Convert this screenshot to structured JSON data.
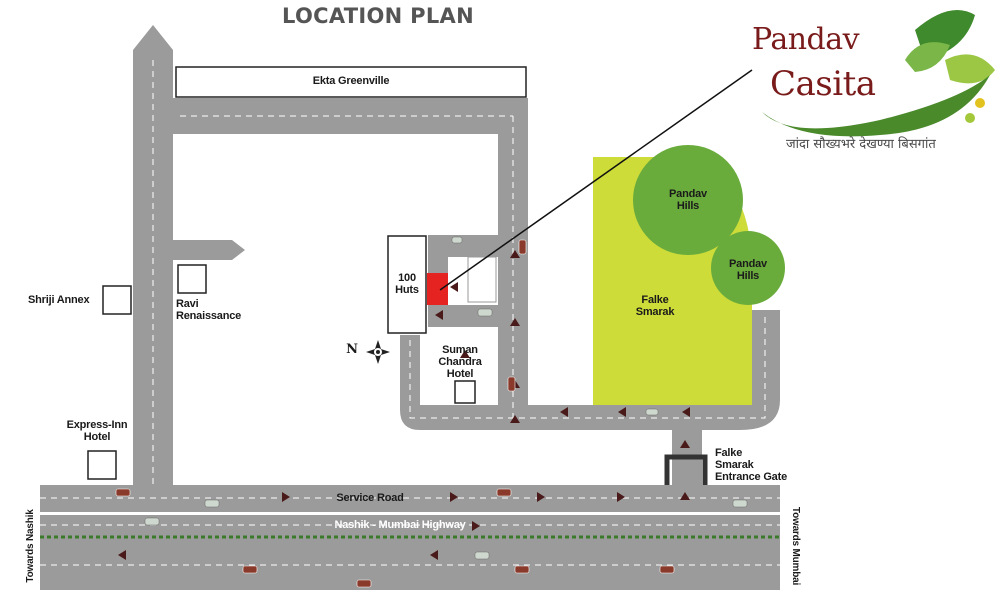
{
  "title": "LOCATION PLAN",
  "logo": {
    "line1": "Pandav",
    "line2": "Casita",
    "tagline": "जांदा सौख्यभरे देखण्या बिसगांत"
  },
  "places": {
    "ekta_greenville": "Ekta Greenville",
    "shriji_annex": "Shriji Annex",
    "ravi_renaissance_1": "Ravi",
    "ravi_renaissance_2": "Renaissance",
    "huts_1": "100",
    "huts_2": "Huts",
    "suman_1": "Suman",
    "suman_2": "Chandra",
    "suman_3": "Hotel",
    "expressinn_1": "Express-Inn",
    "expressinn_2": "Hotel",
    "pandav_hills_big_1": "Pandav",
    "pandav_hills_big_2": "Hills",
    "pandav_hills_small_1": "Pandav",
    "pandav_hills_small_2": "Hills",
    "falke_smarak_1": "Falke",
    "falke_smarak_2": "Smarak",
    "gate_1": "Falke",
    "gate_2": "Smarak",
    "gate_3": "Entrance Gate"
  },
  "roads": {
    "service_road": "Service Road",
    "highway": "Nashik - Mumbai Highway",
    "towards_nashik": "Towards Nashik",
    "towards_mumbai": "Towards Mumbai"
  },
  "compass": {
    "north": "N"
  },
  "colors": {
    "road": "#9b9b9b",
    "road_dark": "#7d7d7d",
    "lime": "#cddc39",
    "hills": "#6aac3c",
    "project": "#e52421",
    "brand": "#7a1b1b"
  }
}
